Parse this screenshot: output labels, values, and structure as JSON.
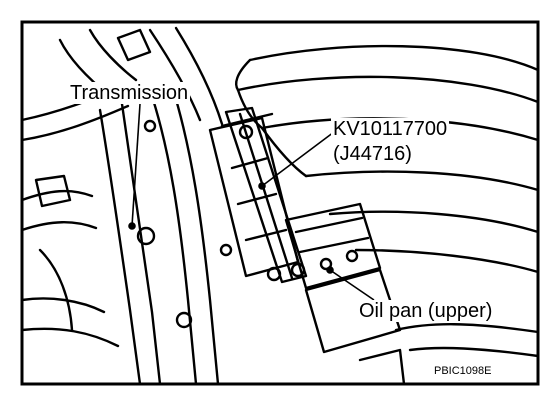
{
  "labels": {
    "transmission": "Transmission",
    "tool_number": "KV10117700",
    "tool_alt_number": "(J44716)",
    "oil_pan": "Oil pan (upper)"
  },
  "figure_code": "PBIC1098E",
  "colors": {
    "line": "#000000",
    "background": "#ffffff"
  }
}
